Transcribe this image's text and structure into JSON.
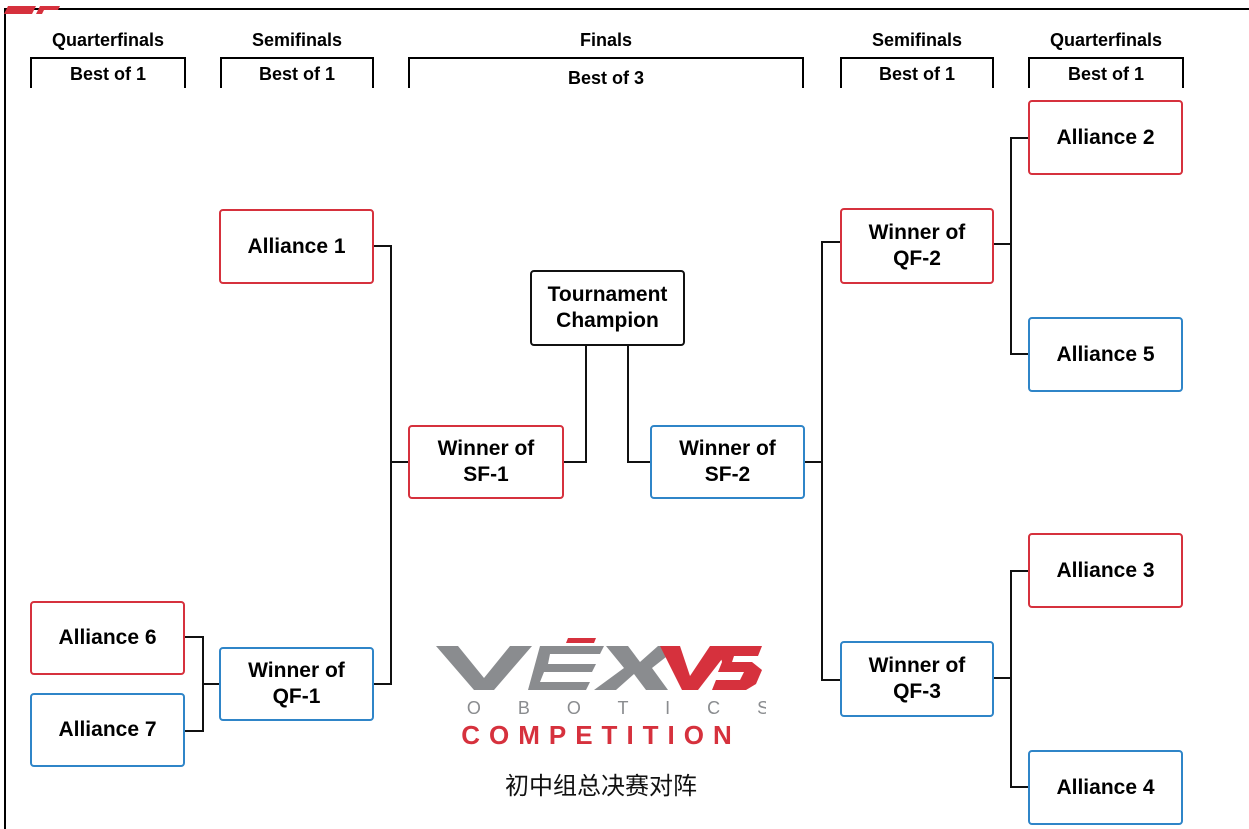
{
  "headers": {
    "left_qf": {
      "title": "Quarterfinals",
      "format": "Best of 1"
    },
    "left_sf": {
      "title": "Semifinals",
      "format": "Best of 1"
    },
    "finals": {
      "title": "Finals",
      "format": "Best of 3"
    },
    "right_sf": {
      "title": "Semifinals",
      "format": "Best of 1"
    },
    "right_qf": {
      "title": "Quarterfinals",
      "format": "Best of 1"
    }
  },
  "boxes": {
    "alliance_1": {
      "label": "Alliance 1",
      "color": "red"
    },
    "alliance_2": {
      "label": "Alliance 2",
      "color": "red"
    },
    "alliance_3": {
      "label": "Alliance 3",
      "color": "red"
    },
    "alliance_4": {
      "label": "Alliance 4",
      "color": "blue"
    },
    "alliance_5": {
      "label": "Alliance 5",
      "color": "blue"
    },
    "alliance_6": {
      "label": "Alliance 6",
      "color": "red"
    },
    "alliance_7": {
      "label": "Alliance 7",
      "color": "blue"
    },
    "winner_qf1": {
      "line1": "Winner of",
      "line2": "QF-1",
      "color": "blue"
    },
    "winner_qf2": {
      "line1": "Winner of",
      "line2": "QF-2",
      "color": "red"
    },
    "winner_qf3": {
      "line1": "Winner of",
      "line2": "QF-3",
      "color": "blue"
    },
    "winner_sf1": {
      "line1": "Winner of",
      "line2": "SF-1",
      "color": "red"
    },
    "winner_sf2": {
      "line1": "Winner of",
      "line2": "SF-2",
      "color": "blue"
    },
    "champion": {
      "line1": "Tournament",
      "line2": "Champion",
      "color": "black"
    }
  },
  "logo": {
    "vex": "VEX",
    "v5": "V5",
    "robotics": "R O B O T I C S",
    "competition": "COMPETITION"
  },
  "subtitle": "初中组总决赛对阵",
  "colors": {
    "red": "#d6313d",
    "blue": "#2f85c8",
    "gray": "#8a8c8f",
    "black": "#111111"
  }
}
